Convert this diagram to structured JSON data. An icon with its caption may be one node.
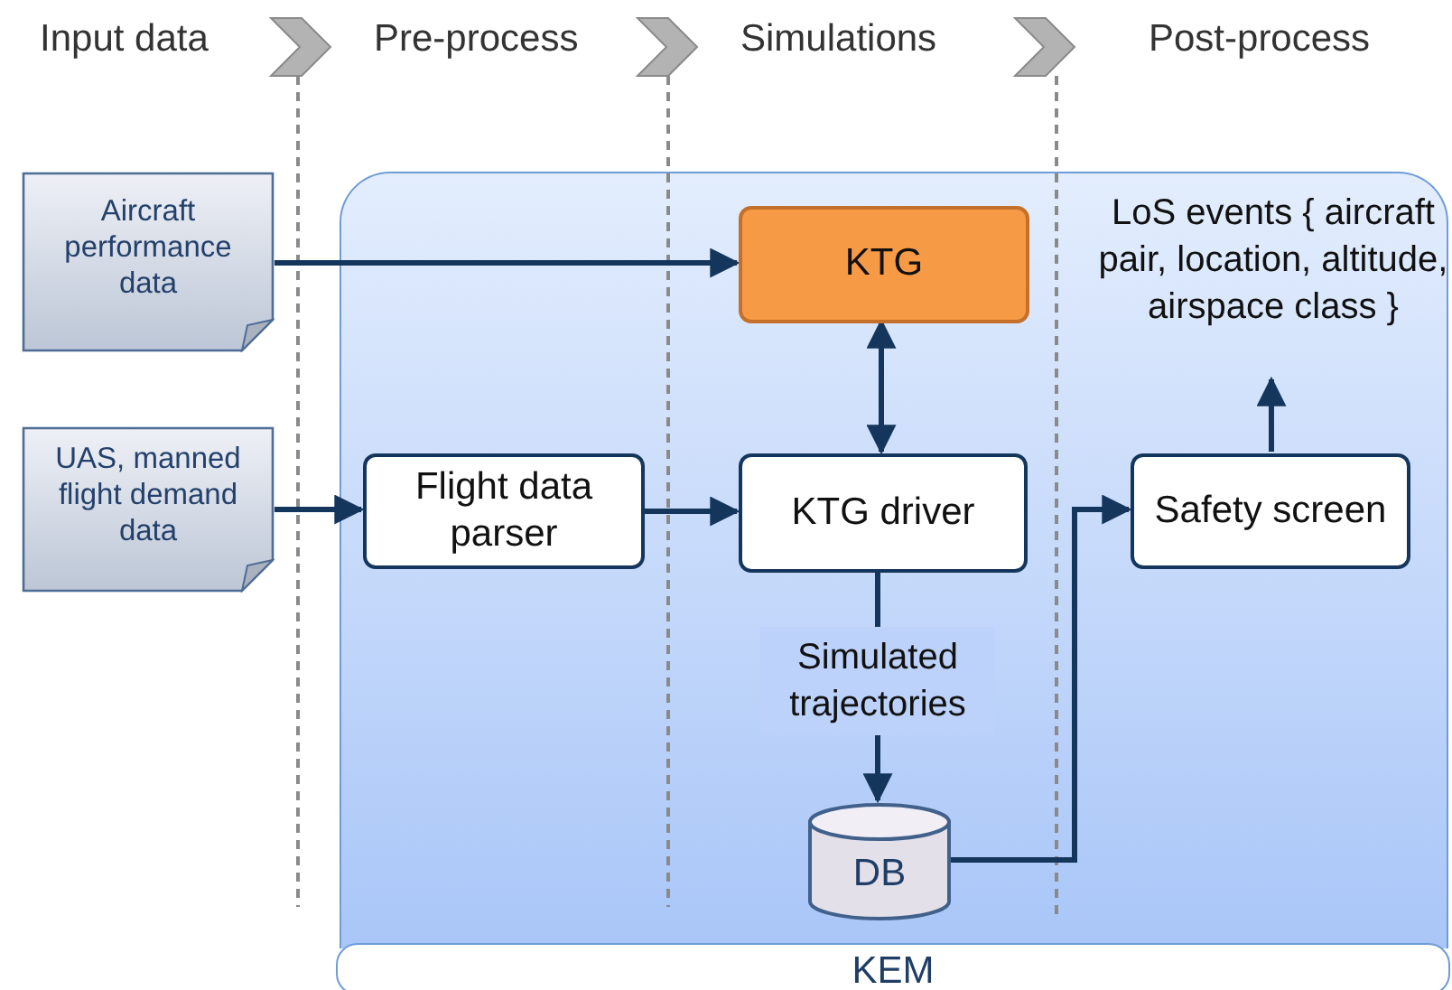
{
  "diagram": {
    "nodes": [
      {
        "text": [
          "KEM"
        ]
      },
      {
        "text": [
          "Aircraft performance data"
        ]
      },
      {
        "text": [
          "UAS, manned flight demand data"
        ]
      },
      {
        "text": [
          "KTG"
        ],
        "in": 0
      },
      {
        "text": [
          "Flight data parser"
        ],
        "in": 0
      },
      {
        "text": [
          "KTG driver"
        ],
        "in": 0
      },
      {
        "text": [
          "Safety screen"
        ],
        "in": 0
      },
      {
        "text": [
          "LoS events { aircraft pair, location, altitude, airspace class }"
        ],
        "in": 0
      },
      {
        "text": [
          "DB"
        ],
        "in": 0
      }
    ],
    "edges": [
      {
        "from": 1,
        "to": 3,
        "arrow": "to"
      },
      {
        "from": 2,
        "to": 4,
        "arrow": "to"
      },
      {
        "from": 4,
        "to": 5,
        "arrow": "to"
      },
      {
        "from": 3,
        "to": 5,
        "arrow": "both"
      },
      {
        "from": 5,
        "to": 8,
        "arrow": "to",
        "label": "Simulated trajectories"
      },
      {
        "from": 8,
        "to": 6,
        "arrow": "to"
      },
      {
        "from": 6,
        "to": 7,
        "arrow": "to"
      }
    ],
    "labels": [
      "Input data",
      "Pre-process",
      "Simulations",
      "Post-process"
    ]
  }
}
